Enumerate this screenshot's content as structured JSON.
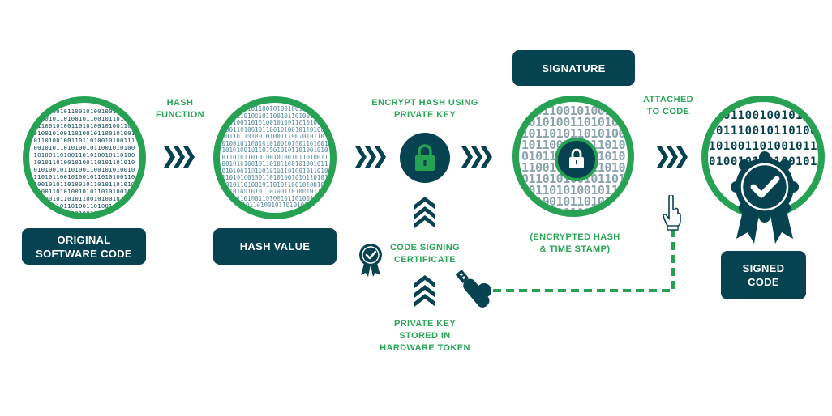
{
  "labels": {
    "original_software_code": "ORIGINAL\nSOFTWARE CODE",
    "hash_value": "HASH VALUE",
    "signature": "SIGNATURE",
    "signed_code": "SIGNED\nCODE"
  },
  "annotations": {
    "hash_function": "HASH\nFUNCTION",
    "encrypt_hash": "ENCRYPT HASH USING\nPRIVATE KEY",
    "attached_to_code": "ATTACHED\nTO CODE",
    "encrypted_hash": "(ENCRYPTED HASH\n& TIME STAMP)",
    "code_signing_certificate": "CODE SIGNING\nCERTIFICATE",
    "private_key_storage": "PRIVATE KEY\nSTORED IN\nHARDWARE TOKEN"
  },
  "colors": {
    "dark_teal": "#06424f",
    "green": "#27a154",
    "text_green": "#2aa657"
  },
  "icons": {
    "padlock": "padlock-icon",
    "badge": "certificate-badge-icon",
    "usb": "usb-token-icon",
    "hand": "pointing-hand-icon",
    "seal": "checkmark-seal-icon"
  }
}
